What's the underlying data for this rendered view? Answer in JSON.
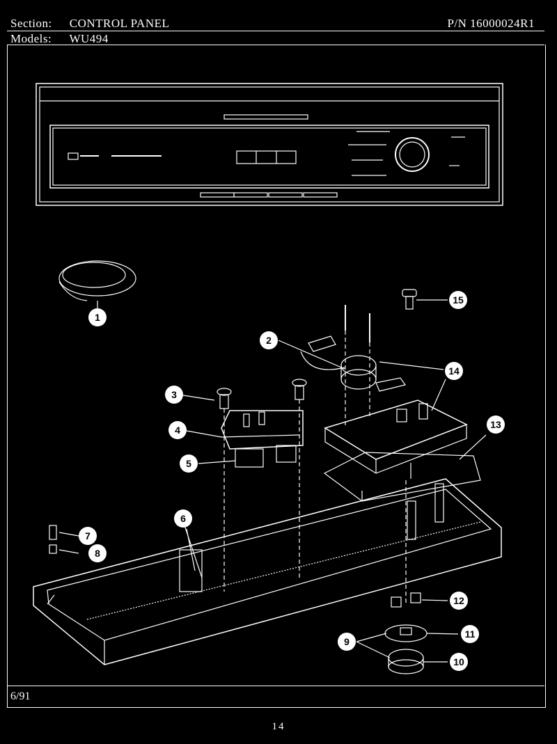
{
  "header": {
    "section_label": "Section:",
    "section_value": "CONTROL PANEL",
    "models_label": "Models:",
    "models_value": "WU494",
    "part_number": "P/N 16000024R1"
  },
  "callouts": [
    "1",
    "2",
    "3",
    "4",
    "5",
    "6",
    "7",
    "8",
    "9",
    "10",
    "11",
    "12",
    "13",
    "14",
    "15"
  ],
  "footer": {
    "date": "6/91",
    "page": "14"
  },
  "colors": {
    "background": "#000000",
    "line": "#ffffff"
  }
}
